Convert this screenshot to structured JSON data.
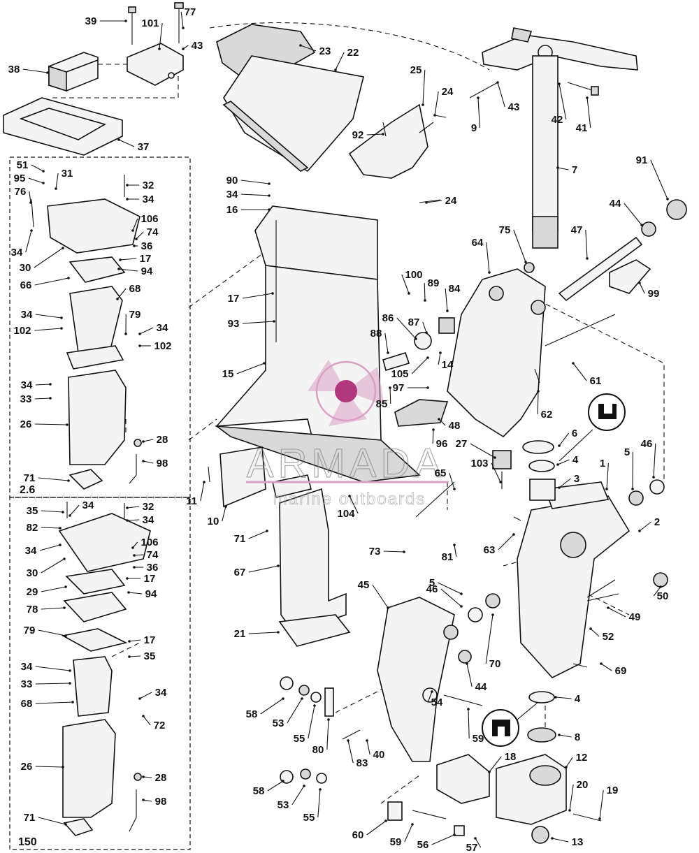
{
  "diagram": {
    "callouts": [
      {
        "id": "39",
        "text": "39"
      },
      {
        "id": "101",
        "text": "101"
      },
      {
        "id": "77",
        "text": "77"
      },
      {
        "id": "43a",
        "text": "43"
      },
      {
        "id": "38",
        "text": "38"
      },
      {
        "id": "37",
        "text": "37"
      },
      {
        "id": "23",
        "text": "23"
      },
      {
        "id": "22",
        "text": "22"
      },
      {
        "id": "25",
        "text": "25"
      },
      {
        "id": "24a",
        "text": "24"
      },
      {
        "id": "92",
        "text": "92"
      },
      {
        "id": "24b",
        "text": "24"
      },
      {
        "id": "9",
        "text": "9"
      },
      {
        "id": "43b",
        "text": "43"
      },
      {
        "id": "42",
        "text": "42"
      },
      {
        "id": "41",
        "text": "41"
      },
      {
        "id": "7",
        "text": "7"
      },
      {
        "id": "91",
        "text": "91"
      },
      {
        "id": "44a",
        "text": "44"
      },
      {
        "id": "47",
        "text": "47"
      },
      {
        "id": "75",
        "text": "75"
      },
      {
        "id": "64",
        "text": "64"
      },
      {
        "id": "99",
        "text": "99"
      },
      {
        "id": "90",
        "text": "90"
      },
      {
        "id": "34a",
        "text": "34"
      },
      {
        "id": "16",
        "text": "16"
      },
      {
        "id": "17a",
        "text": "17"
      },
      {
        "id": "93",
        "text": "93"
      },
      {
        "id": "15",
        "text": "15"
      },
      {
        "id": "100",
        "text": "100"
      },
      {
        "id": "89",
        "text": "89"
      },
      {
        "id": "84",
        "text": "84"
      },
      {
        "id": "86",
        "text": "86"
      },
      {
        "id": "87",
        "text": "87"
      },
      {
        "id": "88",
        "text": "88"
      },
      {
        "id": "14",
        "text": "14"
      },
      {
        "id": "105",
        "text": "105"
      },
      {
        "id": "97",
        "text": "97"
      },
      {
        "id": "85",
        "text": "85"
      },
      {
        "id": "48",
        "text": "48"
      },
      {
        "id": "96",
        "text": "96"
      },
      {
        "id": "61",
        "text": "61"
      },
      {
        "id": "62",
        "text": "62"
      },
      {
        "id": "6",
        "text": "6"
      },
      {
        "id": "27",
        "text": "27"
      },
      {
        "id": "4a",
        "text": "4"
      },
      {
        "id": "46a",
        "text": "46"
      },
      {
        "id": "5a",
        "text": "5"
      },
      {
        "id": "1",
        "text": "1"
      },
      {
        "id": "103",
        "text": "103"
      },
      {
        "id": "65",
        "text": "65"
      },
      {
        "id": "3",
        "text": "3"
      },
      {
        "id": "2",
        "text": "2"
      },
      {
        "id": "11",
        "text": "11"
      },
      {
        "id": "10",
        "text": "10"
      },
      {
        "id": "104",
        "text": "104"
      },
      {
        "id": "71a",
        "text": "71"
      },
      {
        "id": "63",
        "text": "63"
      },
      {
        "id": "73",
        "text": "73"
      },
      {
        "id": "81",
        "text": "81"
      },
      {
        "id": "67",
        "text": "67"
      },
      {
        "id": "50",
        "text": "50"
      },
      {
        "id": "45",
        "text": "45"
      },
      {
        "id": "46b",
        "text": "46"
      },
      {
        "id": "5b",
        "text": "5"
      },
      {
        "id": "49",
        "text": "49"
      },
      {
        "id": "21",
        "text": "21"
      },
      {
        "id": "52",
        "text": "52"
      },
      {
        "id": "70",
        "text": "70"
      },
      {
        "id": "44b",
        "text": "44"
      },
      {
        "id": "69",
        "text": "69"
      },
      {
        "id": "4b",
        "text": "4"
      },
      {
        "id": "58a",
        "text": "58"
      },
      {
        "id": "53a",
        "text": "53"
      },
      {
        "id": "55a",
        "text": "55"
      },
      {
        "id": "80",
        "text": "80"
      },
      {
        "id": "54",
        "text": "54"
      },
      {
        "id": "59a",
        "text": "59"
      },
      {
        "id": "8",
        "text": "8"
      },
      {
        "id": "83",
        "text": "83"
      },
      {
        "id": "40",
        "text": "40"
      },
      {
        "id": "18",
        "text": "18"
      },
      {
        "id": "12",
        "text": "12"
      },
      {
        "id": "20",
        "text": "20"
      },
      {
        "id": "19",
        "text": "19"
      },
      {
        "id": "58b",
        "text": "58"
      },
      {
        "id": "53b",
        "text": "53"
      },
      {
        "id": "55b",
        "text": "55"
      },
      {
        "id": "60",
        "text": "60"
      },
      {
        "id": "59b",
        "text": "59"
      },
      {
        "id": "56",
        "text": "56"
      },
      {
        "id": "57",
        "text": "57"
      },
      {
        "id": "13",
        "text": "13"
      },
      {
        "id": "b51",
        "text": "51"
      },
      {
        "id": "b95",
        "text": "95"
      },
      {
        "id": "b31",
        "text": "31"
      },
      {
        "id": "b76",
        "text": "76"
      },
      {
        "id": "b32",
        "text": "32"
      },
      {
        "id": "b34a",
        "text": "34"
      },
      {
        "id": "b106",
        "text": "106"
      },
      {
        "id": "b74",
        "text": "74"
      },
      {
        "id": "b34b",
        "text": "34"
      },
      {
        "id": "b36",
        "text": "36"
      },
      {
        "id": "b30",
        "text": "30"
      },
      {
        "id": "b17",
        "text": "17"
      },
      {
        "id": "b94",
        "text": "94"
      },
      {
        "id": "b66",
        "text": "66"
      },
      {
        "id": "b68",
        "text": "68"
      },
      {
        "id": "b34c",
        "text": "34"
      },
      {
        "id": "b102a",
        "text": "102"
      },
      {
        "id": "b79",
        "text": "79"
      },
      {
        "id": "b34d",
        "text": "34"
      },
      {
        "id": "b102b",
        "text": "102"
      },
      {
        "id": "b34e",
        "text": "34"
      },
      {
        "id": "b33",
        "text": "33"
      },
      {
        "id": "b26",
        "text": "26"
      },
      {
        "id": "b28",
        "text": "28"
      },
      {
        "id": "b98",
        "text": "98"
      },
      {
        "id": "b71",
        "text": "71"
      },
      {
        "id": "c35a",
        "text": "35"
      },
      {
        "id": "c34a",
        "text": "34"
      },
      {
        "id": "c32",
        "text": "32"
      },
      {
        "id": "c82",
        "text": "82"
      },
      {
        "id": "c34b",
        "text": "34"
      },
      {
        "id": "c34c",
        "text": "34"
      },
      {
        "id": "c106",
        "text": "106"
      },
      {
        "id": "c30",
        "text": "30"
      },
      {
        "id": "c74",
        "text": "74"
      },
      {
        "id": "c36",
        "text": "36"
      },
      {
        "id": "c17a",
        "text": "17"
      },
      {
        "id": "c29",
        "text": "29"
      },
      {
        "id": "c94",
        "text": "94"
      },
      {
        "id": "c78",
        "text": "78"
      },
      {
        "id": "c79",
        "text": "79"
      },
      {
        "id": "c17b",
        "text": "17"
      },
      {
        "id": "c35b",
        "text": "35"
      },
      {
        "id": "c34d",
        "text": "34"
      },
      {
        "id": "c33",
        "text": "33"
      },
      {
        "id": "c68",
        "text": "68"
      },
      {
        "id": "c34e",
        "text": "34"
      },
      {
        "id": "c72",
        "text": "72"
      },
      {
        "id": "c26",
        "text": "26"
      },
      {
        "id": "c28",
        "text": "28"
      },
      {
        "id": "c98",
        "text": "98"
      },
      {
        "id": "c71",
        "text": "71"
      }
    ],
    "box_labels": {
      "upper": "2.6",
      "lower": "150"
    },
    "watermark": {
      "brand": "ARMADA",
      "tagline": "marine outboards"
    },
    "colors": {
      "ink": "#111111",
      "logo_pink": "#d9a0c4",
      "logo_magenta": "#b2387e",
      "watermark_gray": "#8a8a8a"
    }
  }
}
